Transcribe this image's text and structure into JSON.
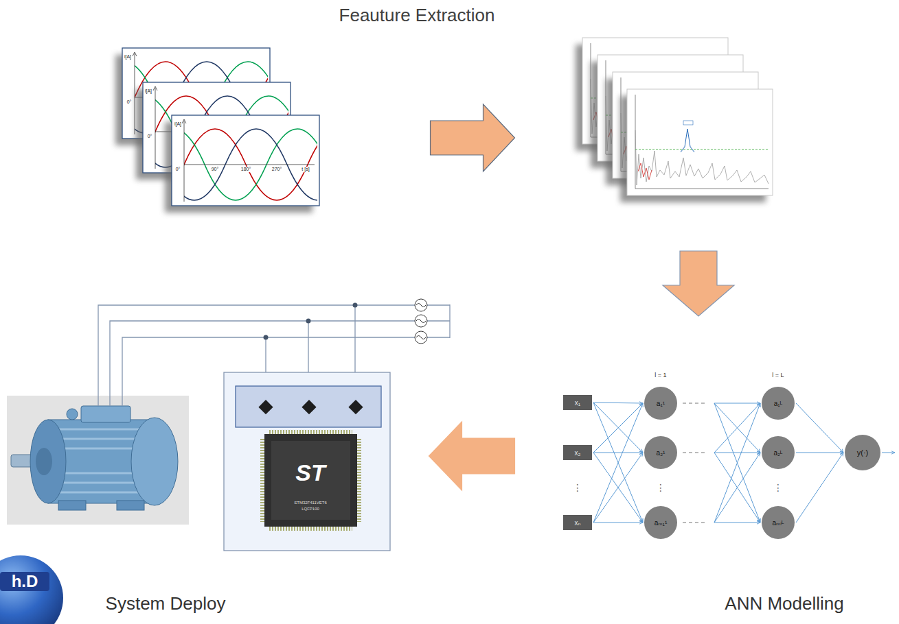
{
  "diagram": {
    "title": "Feauture Extraction",
    "nodes": [
      {
        "text": [
          "i[A]",
          "0°",
          "90°",
          "180°",
          "270°",
          "t [s]"
        ]
      },
      {
        "text": []
      },
      {
        "text": [
          "ANN Modelling"
        ]
      },
      {
        "text": [
          "System Deploy"
        ]
      }
    ],
    "edges": [
      {
        "from": 0,
        "to": 1,
        "arrow": "to"
      },
      {
        "from": 1,
        "to": 2,
        "arrow": "to"
      },
      {
        "from": 2,
        "to": 3,
        "arrow": "to"
      }
    ],
    "labels": [
      "i[A]",
      "0°",
      "i[A]",
      "0°",
      "l = 1",
      "l = L",
      "x₁",
      "x₂",
      "⋮",
      "xₙ",
      "a₁¹",
      "a₂¹",
      "⋮",
      "aₘ₁¹",
      "a₁ᴸ",
      "a₂ᴸ",
      "⋮",
      "aₘₗᴸ",
      "y(·)",
      "ST",
      "STM32F411VET6",
      "LQFP100",
      "h.D"
    ]
  }
}
